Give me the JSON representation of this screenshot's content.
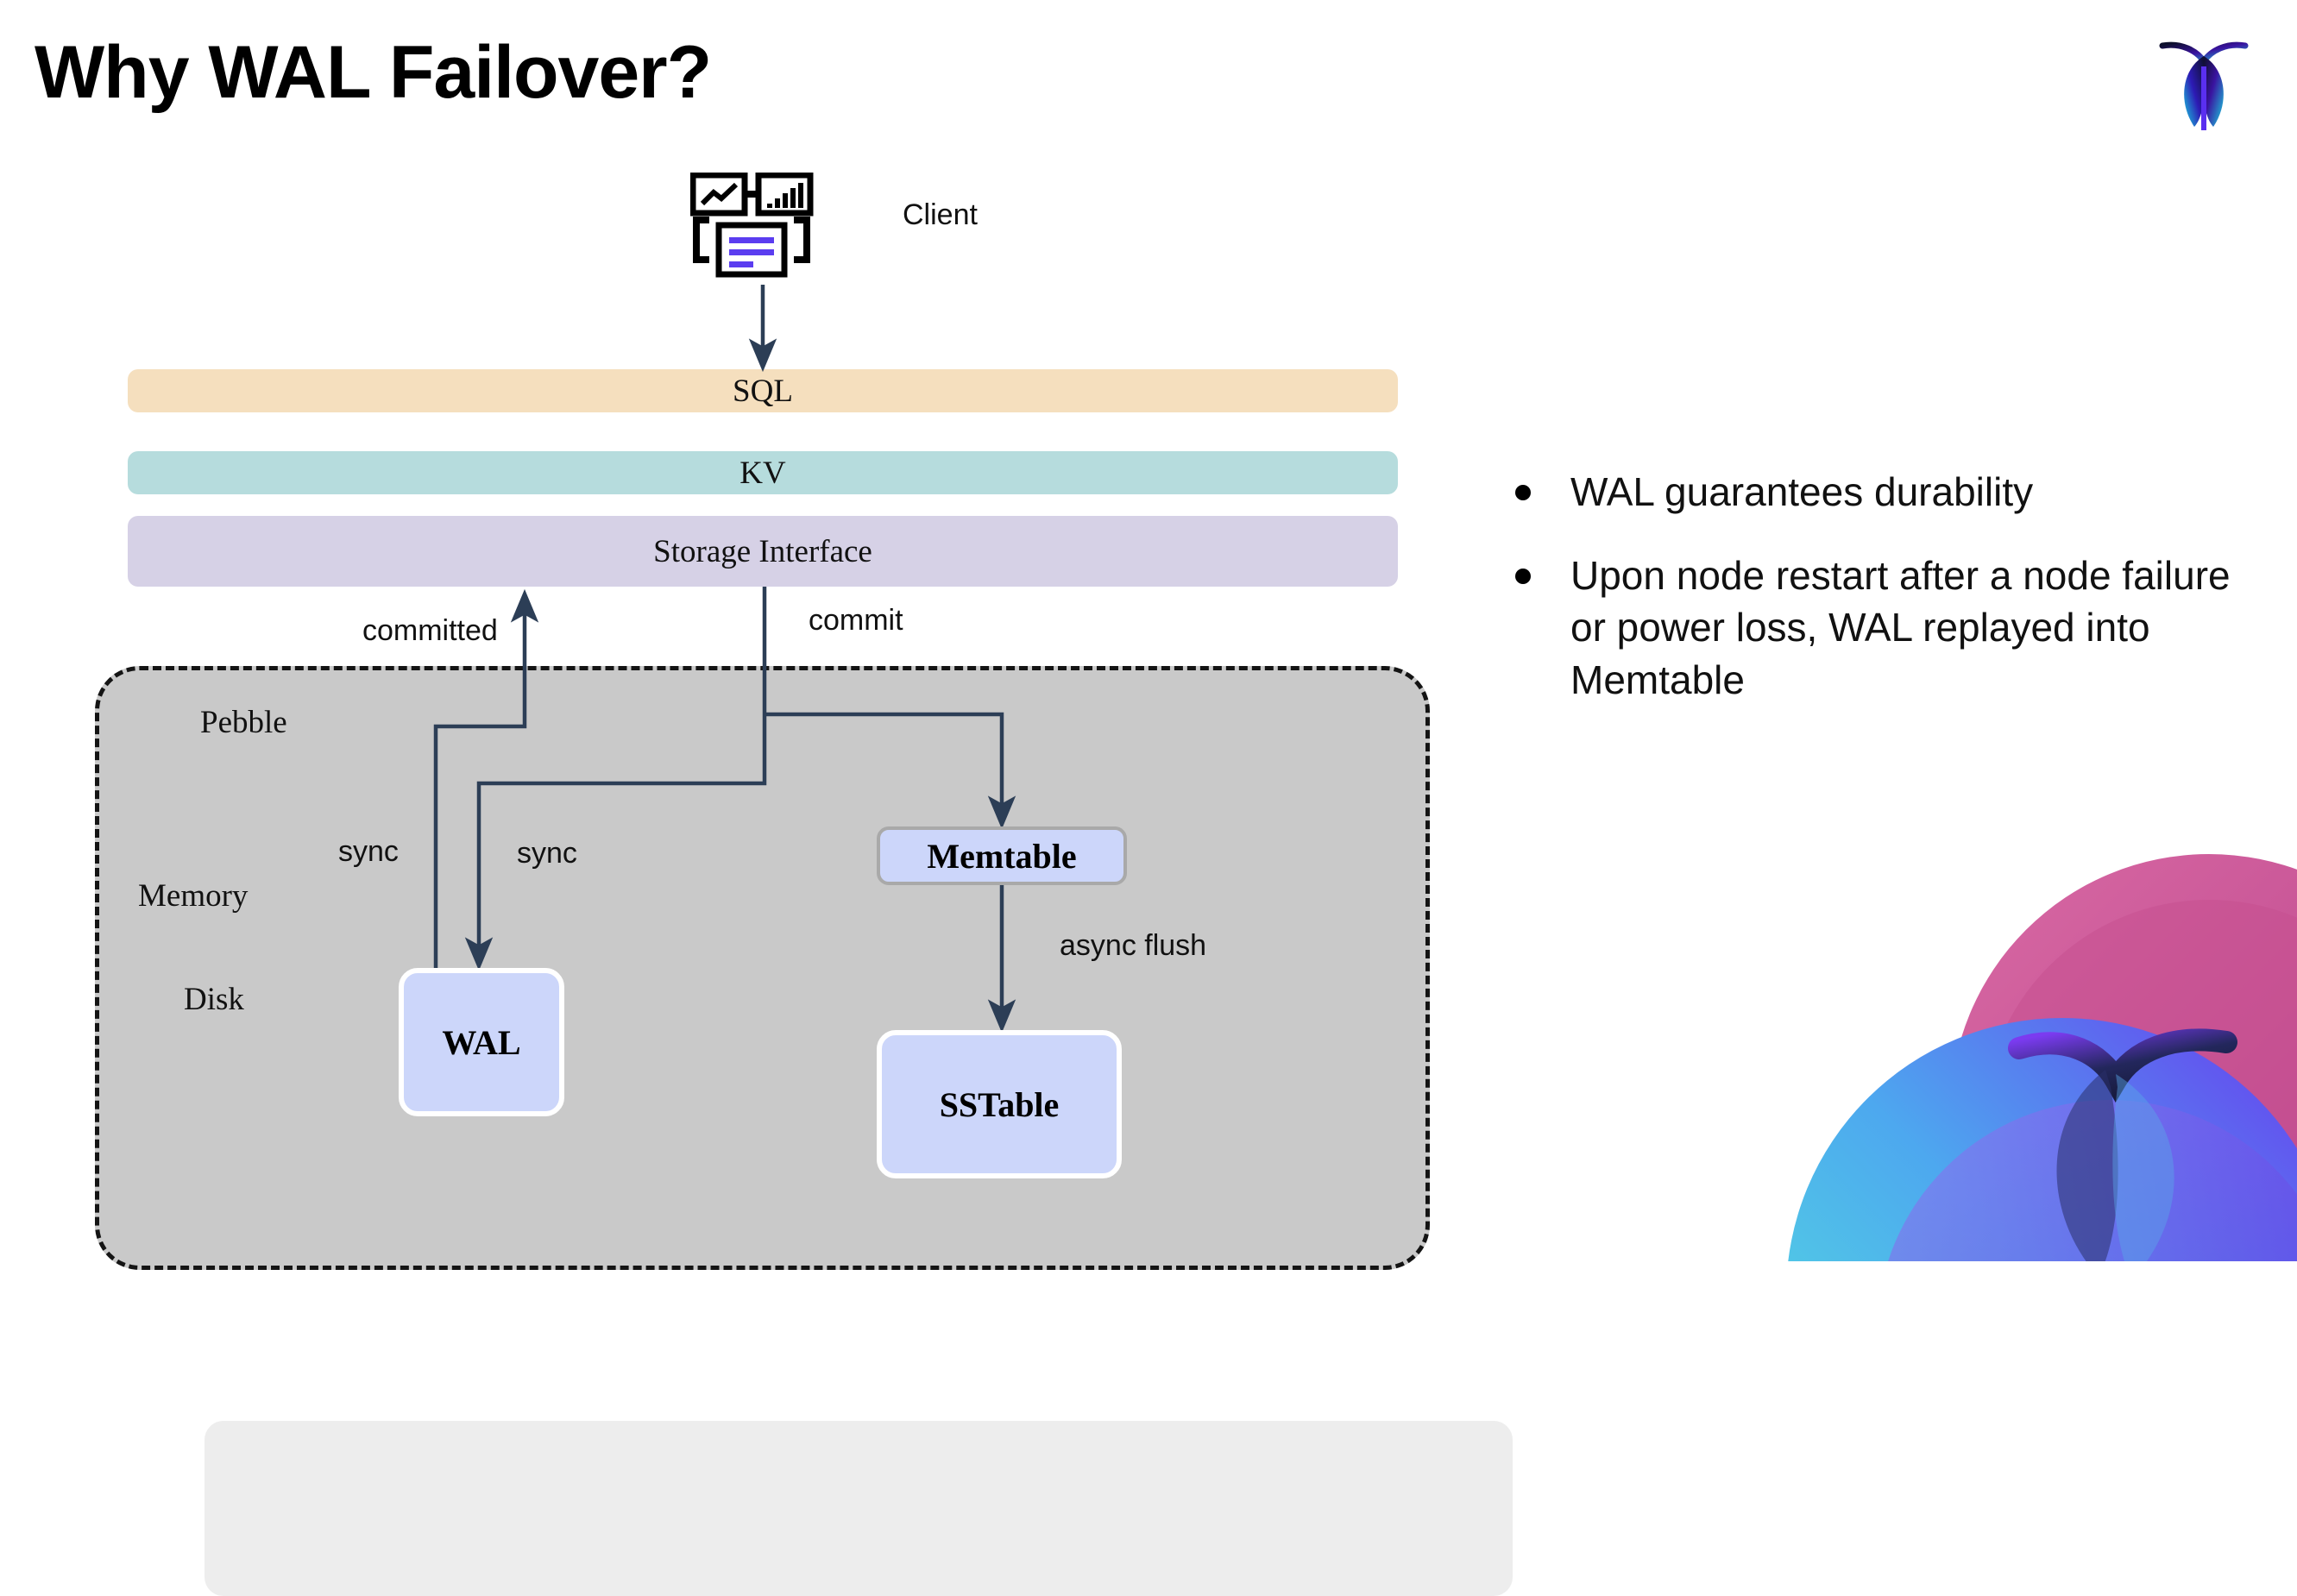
{
  "slide": {
    "title": "Why WAL Failover?",
    "background_color": "#ffffff"
  },
  "brand": {
    "logo_name": "cockroachdb-logo",
    "logo_gradient_from": "#18d4e0",
    "logo_gradient_to": "#3a13a0",
    "decoration_name": "cockroachdb-circles-decoration",
    "decoration_colors": [
      "#e06a9d",
      "#c94f8e",
      "#6c2fe8",
      "#4fd7e8",
      "#5aa8f0",
      "#1f2747"
    ]
  },
  "diagram": {
    "client": {
      "label": "Client",
      "icon_name": "client-dashboard-icon",
      "accent_color": "#6b3df5"
    },
    "layers": [
      {
        "id": "sql",
        "label": "SQL",
        "color": "#f5dfbe"
      },
      {
        "id": "kv",
        "label": "KV",
        "color": "#b6dcdd"
      },
      {
        "id": "storage-interface",
        "label": "Storage Interface",
        "color": "#d6d1e6"
      }
    ],
    "container": {
      "label": "Pebble",
      "fill": "#c9c9c9",
      "border_style": "dashed",
      "border_color": "#141414"
    },
    "zones": [
      {
        "id": "memory",
        "label": "Memory",
        "fill": "#ededed"
      },
      {
        "id": "disk",
        "label": "Disk",
        "fill": "#c9c9c9"
      }
    ],
    "stores": [
      {
        "id": "wal",
        "label": "WAL",
        "fill": "#ccd6fa",
        "border_color": "#ffffff"
      },
      {
        "id": "memtable",
        "label": "Memtable",
        "fill": "#ccd6fa",
        "border_color": "#a9a9a9"
      },
      {
        "id": "sstable",
        "label": "SSTable",
        "fill": "#ccd6fa",
        "border_color": "#ffffff"
      }
    ],
    "edges": [
      {
        "id": "committed",
        "label": "committed",
        "from": "wal",
        "to": "storage-interface"
      },
      {
        "id": "commit",
        "label": "commit",
        "from": "storage-interface",
        "to": "memtable"
      },
      {
        "id": "sync-left",
        "label": "sync",
        "from": "storage-interface",
        "to": "wal"
      },
      {
        "id": "sync-right",
        "label": "sync",
        "from": "storage-interface",
        "to": "wal"
      },
      {
        "id": "async-flush",
        "label": "async flush",
        "from": "memtable",
        "to": "sstable"
      }
    ],
    "edge_color": "#2c3e56"
  },
  "notes": {
    "bullets": [
      "WAL guarantees durability",
      "Upon node restart after a node failure or power loss, WAL replayed into Memtable"
    ]
  }
}
